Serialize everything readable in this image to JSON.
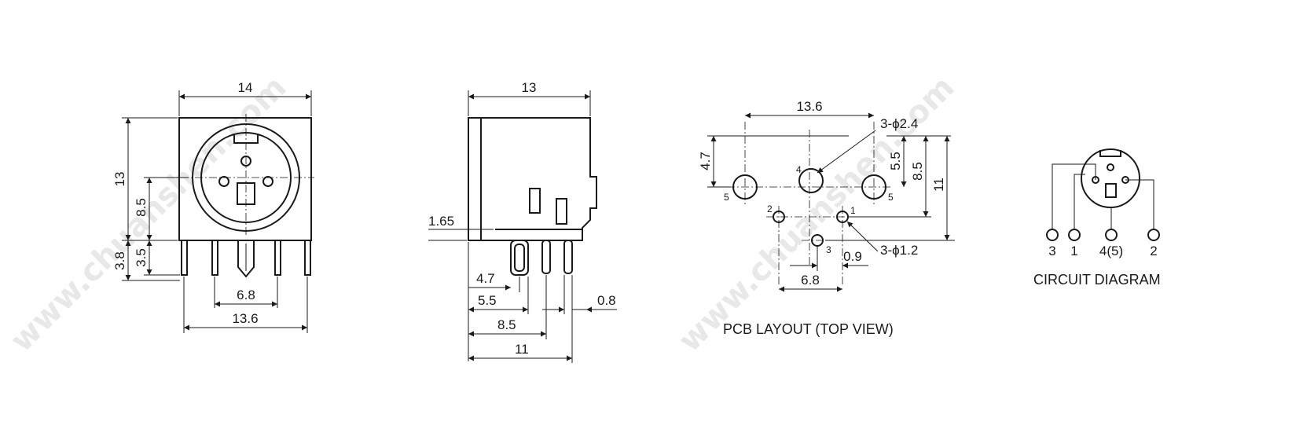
{
  "watermarks": [
    "www.chuanshen.com",
    "www.chuanshen.com"
  ],
  "front_view": {
    "width_top": "14",
    "height": "13",
    "center_height": "8.5",
    "pin_len_outer": "3.8",
    "pin_len_inner": "3.5",
    "pin_spacing": "6.8",
    "width_bottom": "13.6"
  },
  "side_view": {
    "depth_top": "13",
    "shoulder": "1.65",
    "pin_a": "4.7",
    "pin_b": "5.5",
    "pin_c": "8.5",
    "depth_total": "11",
    "pin_width": "0.8"
  },
  "pcb_layout": {
    "span": "13.6",
    "large_holes": "3-ϕ2.4",
    "small_holes": "3-ϕ1.2",
    "offset_top": "4.7",
    "offset_mid": "5.5",
    "offset_85": "8.5",
    "offset_11": "11",
    "gap": "0.9",
    "pitch": "6.8",
    "pins": [
      "5",
      "4",
      "5",
      "2",
      "1",
      "3"
    ],
    "caption": "PCB LAYOUT (TOP VIEW)"
  },
  "circuit": {
    "labels": [
      "3",
      "1",
      "4(5)",
      "2"
    ],
    "caption": "CIRCUIT DIAGRAM"
  }
}
